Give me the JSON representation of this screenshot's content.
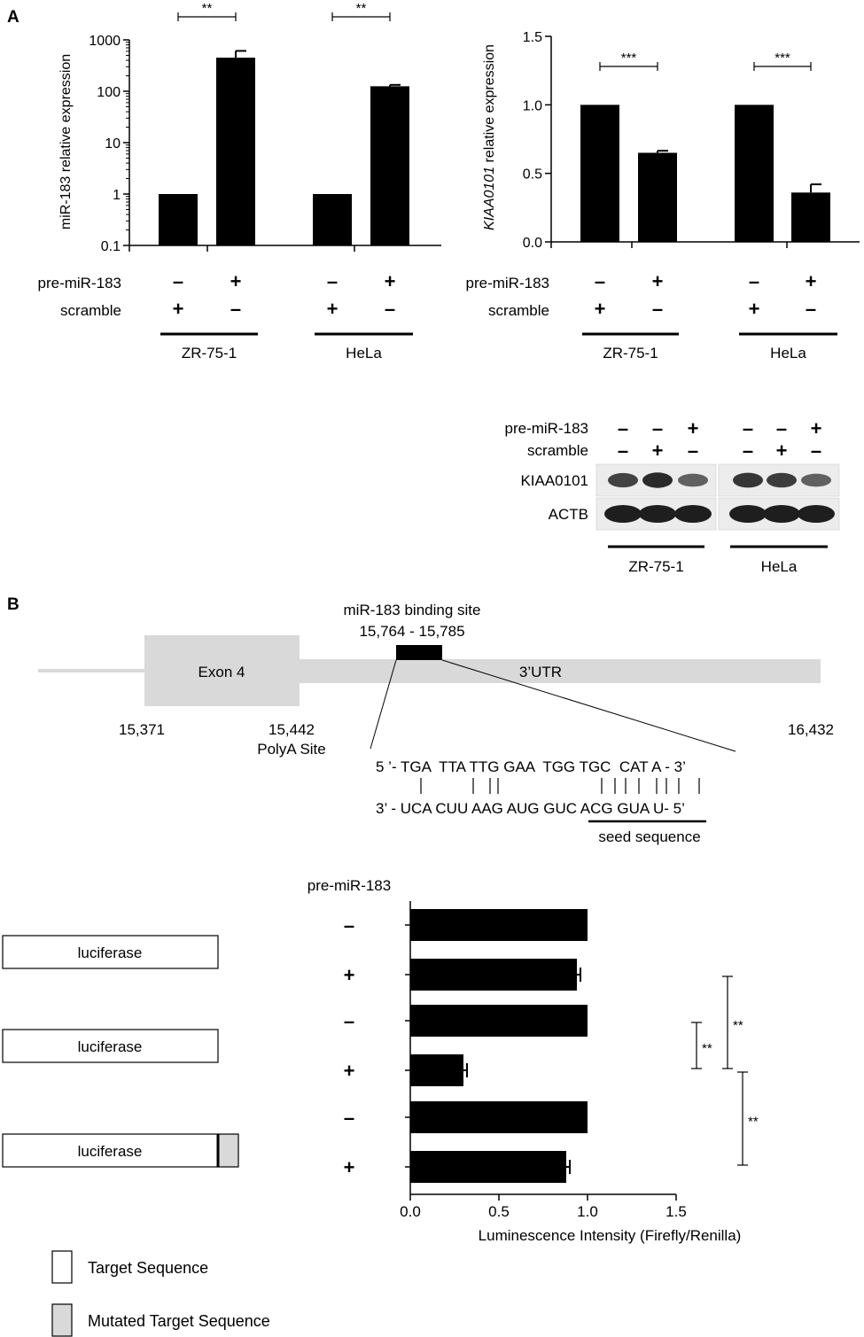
{
  "panel_labels": {
    "a": "A",
    "b": "B"
  },
  "chart_data": [
    {
      "type": "bar",
      "ylabel": "miR-183 relative expression",
      "yscale": "log",
      "ylim": [
        0.1,
        1000
      ],
      "yticks": [
        "0.1",
        "1",
        "10",
        "100",
        "1000"
      ],
      "bars": [
        {
          "value": 1,
          "err": 0
        },
        {
          "value": 450,
          "err": 160
        },
        {
          "value": 1,
          "err": 0
        },
        {
          "value": 125,
          "err": 8
        }
      ],
      "significance": [
        {
          "pair": [
            0,
            1
          ],
          "label": "**"
        },
        {
          "pair": [
            2,
            3
          ],
          "label": "**"
        }
      ],
      "condition_rows": [
        {
          "label": "pre-miR-183",
          "signs": [
            "–",
            "+",
            "–",
            "+"
          ]
        },
        {
          "label": "scramble",
          "signs": [
            "+",
            "–",
            "+",
            "–"
          ]
        }
      ],
      "groups": [
        "ZR-75-1",
        "HeLa"
      ]
    },
    {
      "type": "bar",
      "ylabel": "KIAA0101 relative expression",
      "yscale": "linear",
      "ylim": [
        0,
        1.5
      ],
      "yticks": [
        "0.0",
        "0.5",
        "1.0",
        "1.5"
      ],
      "bars": [
        {
          "value": 1.0,
          "err": 0
        },
        {
          "value": 0.65,
          "err": 0.015
        },
        {
          "value": 1.0,
          "err": 0
        },
        {
          "value": 0.36,
          "err": 0.06
        }
      ],
      "significance": [
        {
          "pair": [
            0,
            1
          ],
          "label": "***"
        },
        {
          "pair": [
            2,
            3
          ],
          "label": "***"
        }
      ],
      "condition_rows": [
        {
          "label": "pre-miR-183",
          "signs": [
            "–",
            "+",
            "–",
            "+"
          ]
        },
        {
          "label": "scramble",
          "signs": [
            "+",
            "–",
            "+",
            "–"
          ]
        }
      ],
      "groups": [
        "ZR-75-1",
        "HeLa"
      ]
    },
    {
      "type": "bar",
      "orientation": "horizontal",
      "xlabel": "Luminescence Intensity (Firefly/Renilla)",
      "xlim": [
        0,
        1.5
      ],
      "xticks": [
        "0.0",
        "0.5",
        "1.0",
        "1.5"
      ],
      "row_header": "pre-miR-183",
      "rows": [
        {
          "sign": "–",
          "value": 1.0,
          "err": 0
        },
        {
          "sign": "+",
          "value": 0.94,
          "err": 0.02
        },
        {
          "sign": "–",
          "value": 1.0,
          "err": 0
        },
        {
          "sign": "+",
          "value": 0.3,
          "err": 0.02
        },
        {
          "sign": "–",
          "value": 1.0,
          "err": 0
        },
        {
          "sign": "+",
          "value": 0.88,
          "err": 0.02
        }
      ],
      "significance": [
        {
          "rows": [
            2,
            3
          ],
          "label": "**"
        },
        {
          "rows": [
            1,
            3
          ],
          "label": "**"
        },
        {
          "rows": [
            3,
            5
          ],
          "label": "**"
        }
      ]
    }
  ],
  "western_blot": {
    "condition_rows": [
      {
        "label": "pre-miR-183",
        "signs": [
          "–",
          "–",
          "+",
          "–",
          "–",
          "+"
        ]
      },
      {
        "label": "scramble",
        "signs": [
          "–",
          "+",
          "–",
          "–",
          "+",
          "–"
        ]
      }
    ],
    "bands": [
      {
        "label": "KIAA0101",
        "intensity": [
          0.7,
          0.9,
          0.45,
          0.8,
          0.75,
          0.45
        ]
      },
      {
        "label": "ACTB",
        "intensity": [
          1,
          1,
          1,
          1,
          1,
          1
        ]
      }
    ],
    "groups": [
      "ZR-75-1",
      "HeLa"
    ]
  },
  "gene_diagram": {
    "binding_site_title": "miR-183 binding site",
    "binding_site_range": "15,764 - 15,785",
    "exon_label": "Exon 4",
    "utr_label": "3’UTR",
    "positions": [
      "15,371",
      "15,442",
      "16,432"
    ],
    "polya_label": "PolyA Site",
    "seq_top": "5 ’- TGA  TTA TTG GAA  TGG TGC  CAT A - 3’",
    "seq_bottom": "3’ - UCA CUU AAG AUG GUC ACG GUA U- 5’",
    "seed_label": "seed sequence"
  },
  "constructs": [
    {
      "label": "luciferase",
      "mutated": false
    },
    {
      "label": "luciferase",
      "mutated": false
    },
    {
      "label": "luciferase",
      "mutated": true
    }
  ],
  "legend": [
    {
      "label": "Target Sequence",
      "color": "#ffffff"
    },
    {
      "label": "Mutated Target Sequence",
      "color": "#d9d9d9"
    }
  ]
}
